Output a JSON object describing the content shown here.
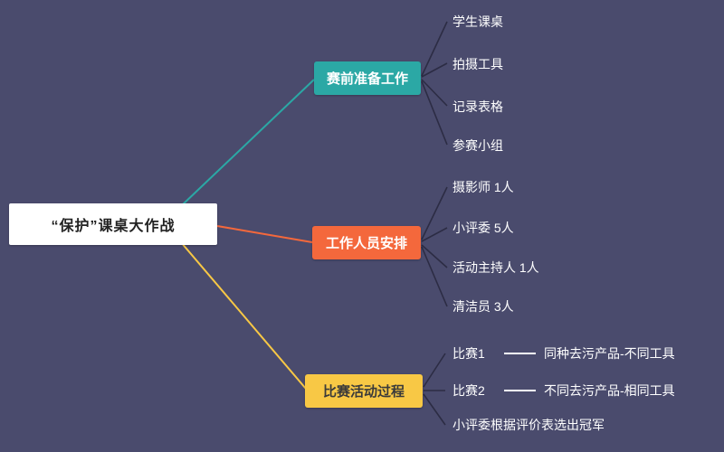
{
  "background_color": "#4a4b6d",
  "connector_dark_color": "#2c2c44",
  "sub_connector_color": "#ffffff",
  "root": {
    "label": "“保护”课桌大作战",
    "bg": "#ffffff",
    "text_color": "#222222"
  },
  "branches": [
    {
      "label": "赛前准备工作",
      "color": "#2ba8a5",
      "text_color": "#ffffff",
      "children": [
        {
          "label": "学生课桌"
        },
        {
          "label": "拍摄工具"
        },
        {
          "label": "记录表格"
        },
        {
          "label": "参赛小组"
        }
      ]
    },
    {
      "label": "工作人员安排",
      "color": "#f4683c",
      "text_color": "#ffffff",
      "children": [
        {
          "label": "摄影师 1人"
        },
        {
          "label": "小评委 5人"
        },
        {
          "label": "活动主持人 1人"
        },
        {
          "label": "清洁员 3人"
        }
      ]
    },
    {
      "label": "比赛活动过程",
      "color": "#f8c845",
      "text_color": "#3a3a3a",
      "children": [
        {
          "label": "比赛1",
          "detail": "同种去污产品-不同工具"
        },
        {
          "label": "比赛2",
          "detail": "不同去污产品-相同工具"
        },
        {
          "label": "小评委根据评价表选出冠军"
        }
      ]
    }
  ]
}
